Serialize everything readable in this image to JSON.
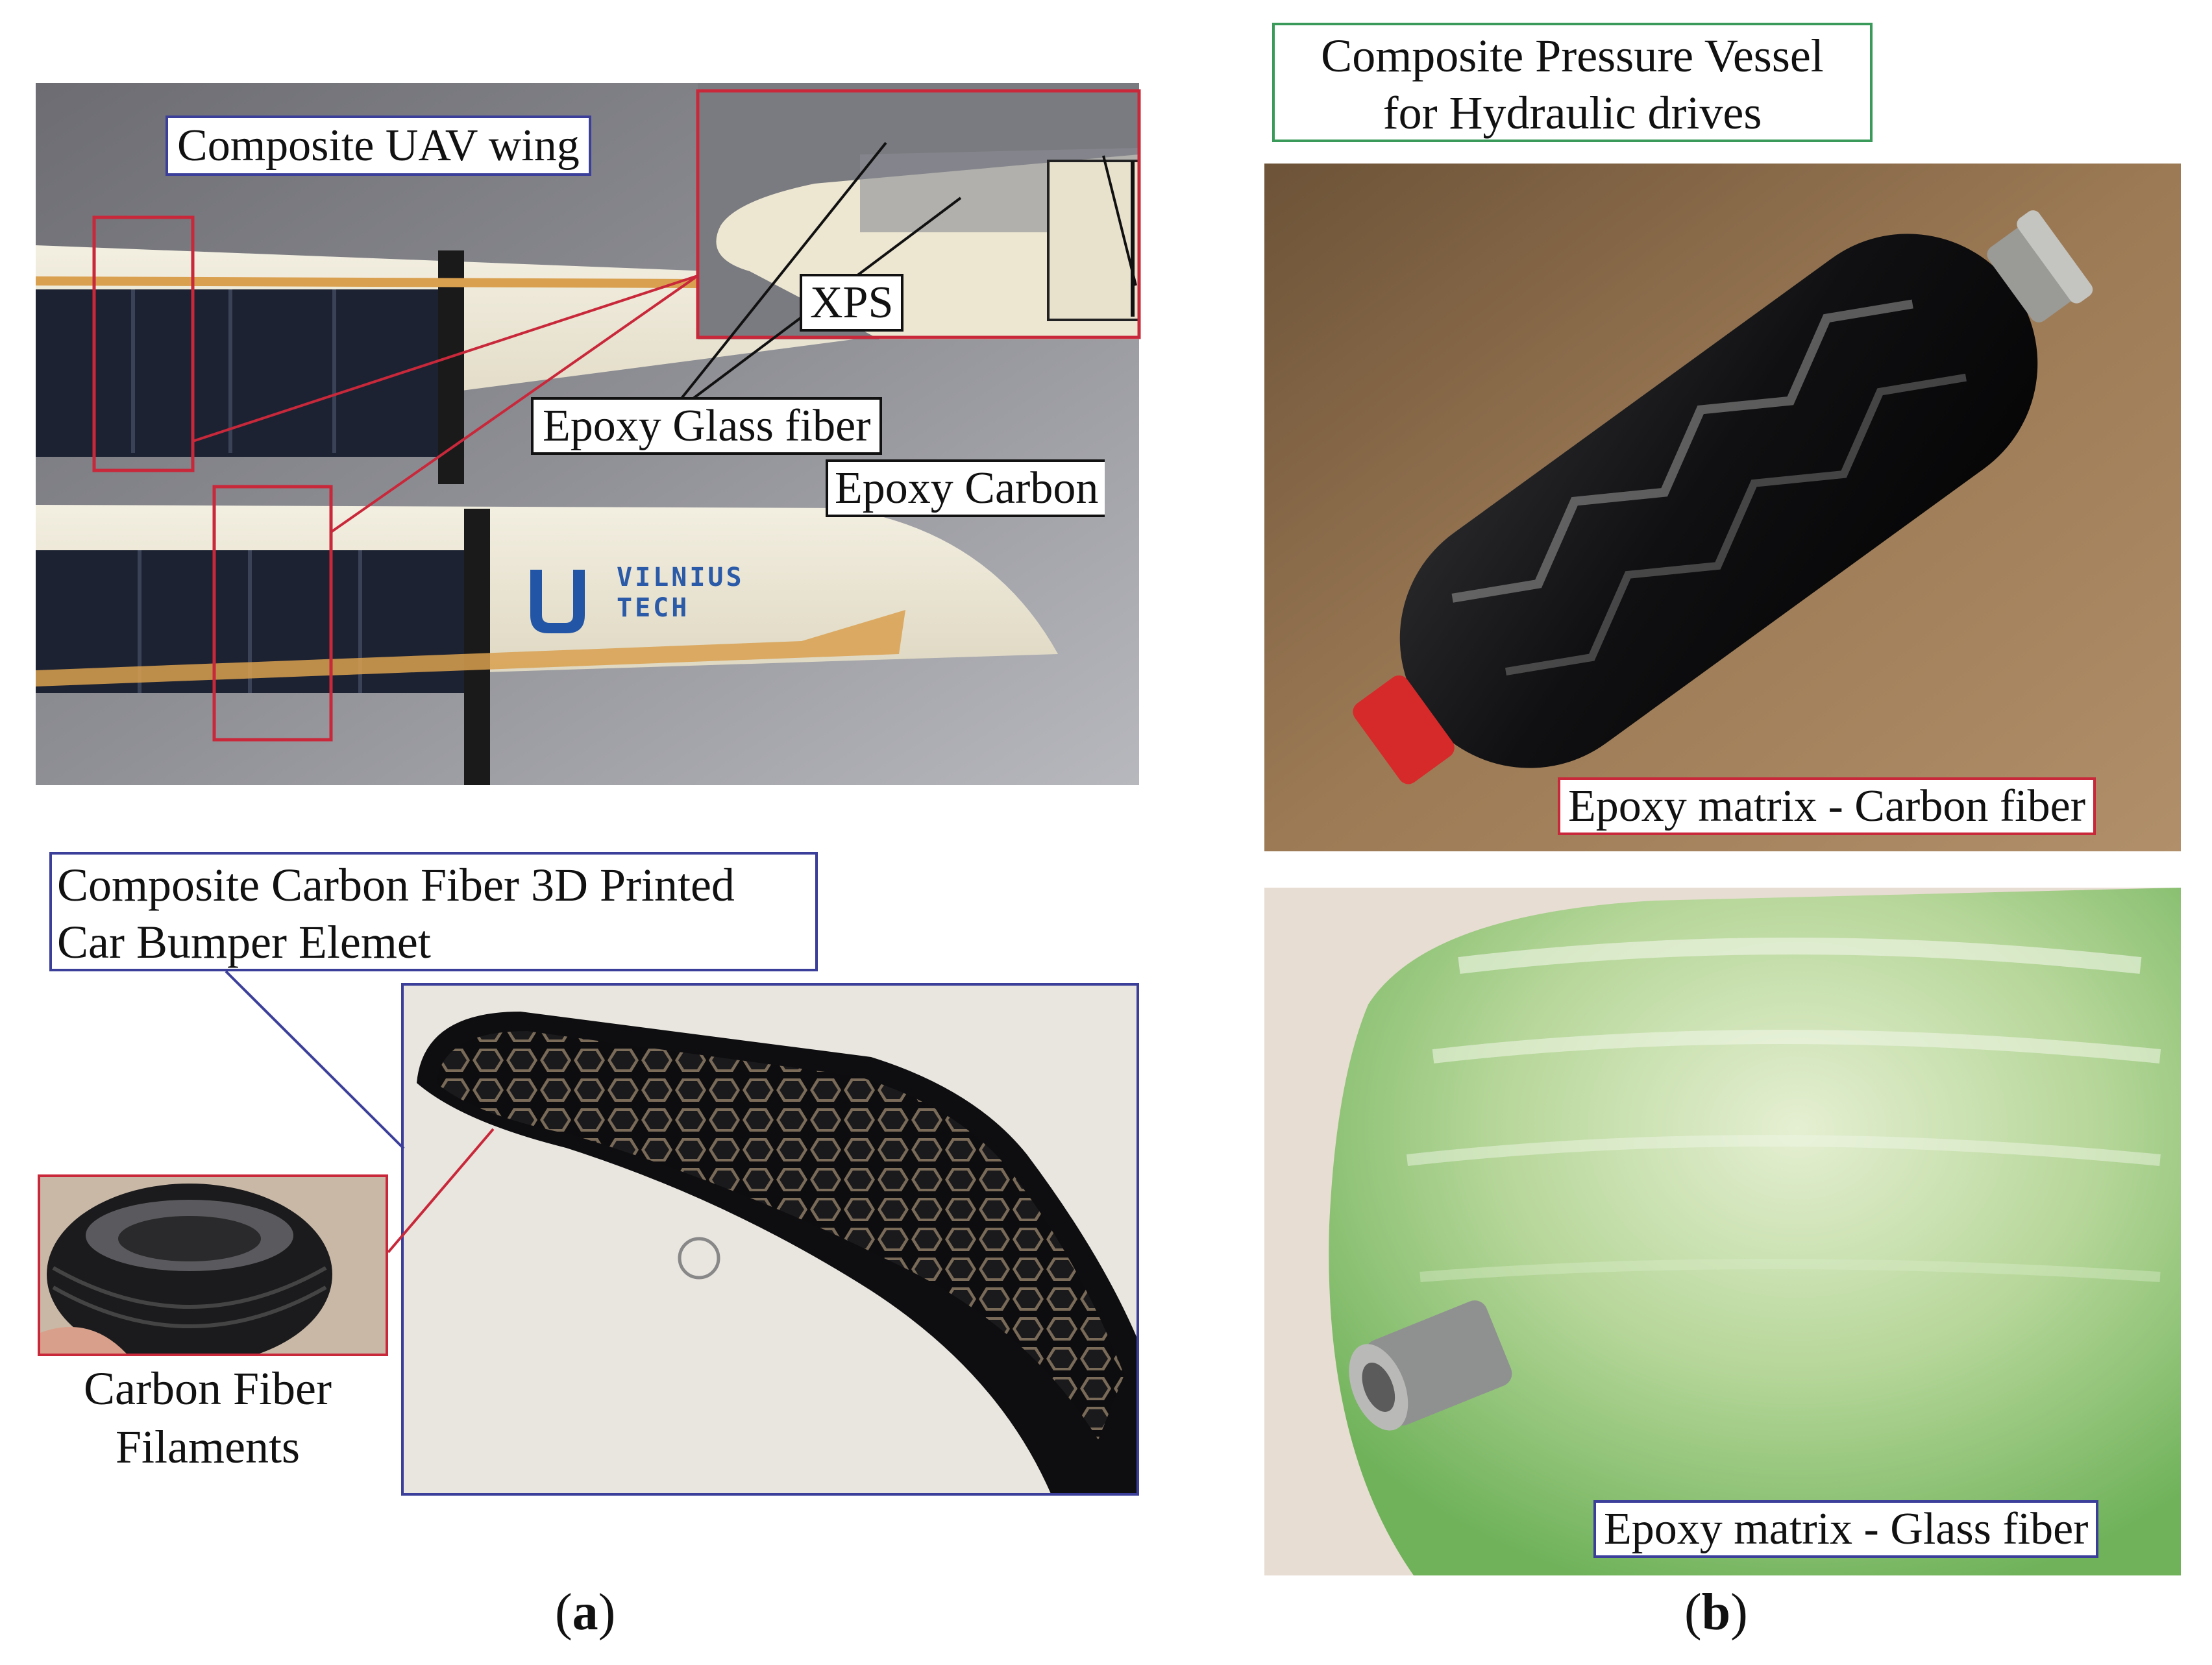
{
  "panel_a": {
    "letter": "a",
    "wing": {
      "title": "Composite UAV wing",
      "callout_xps": "XPS",
      "callout_glass": "Epoxy Glass fiber",
      "callout_carbon": "Epoxy Carbon",
      "logo_text_line1": "VILNIUS",
      "logo_text_line2": "TECH"
    },
    "bumper": {
      "title_line1": "Composite Carbon Fiber 3D Printed",
      "title_line2": "Car Bumper Elemet",
      "filament_line1": "Carbon Fiber",
      "filament_line2": "Filaments"
    }
  },
  "panel_b": {
    "letter": "b",
    "title_line1": "Composite Pressure Vessel",
    "title_line2": "for Hydraulic drives",
    "carbon_label": "Epoxy matrix - Carbon fiber",
    "glass_label": "Epoxy matrix - Glass fiber"
  },
  "colors": {
    "blue_frame": "#3b3f9a",
    "red_frame": "#c8283a",
    "green_frame": "#3a9a5a"
  }
}
